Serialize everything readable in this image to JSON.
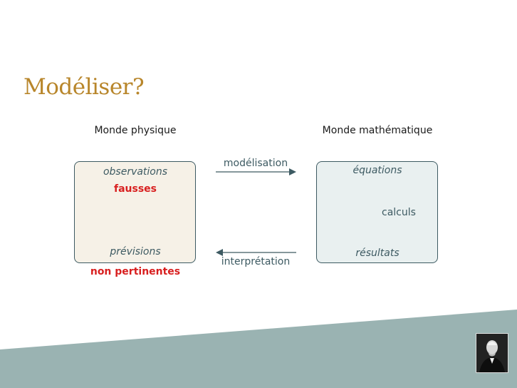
{
  "title": "Modéliser?",
  "left_world": {
    "label": "Monde physique",
    "top_item": "observations",
    "top_note": "fausses",
    "bottom_item": "prévisions",
    "bottom_note": "non pertinentes"
  },
  "right_world": {
    "label": "Monde mathématique",
    "top_item": "équations",
    "step": "calculs",
    "bottom_item": "résultats"
  },
  "arrows": {
    "forward": "modélisation",
    "backward": "interprétation"
  },
  "colors": {
    "title": "#b8862b",
    "accent": "#3d5a62",
    "warning": "#d81f1f",
    "band": "#9ab3b2"
  },
  "decor": {
    "portrait": "portrait-photo"
  }
}
